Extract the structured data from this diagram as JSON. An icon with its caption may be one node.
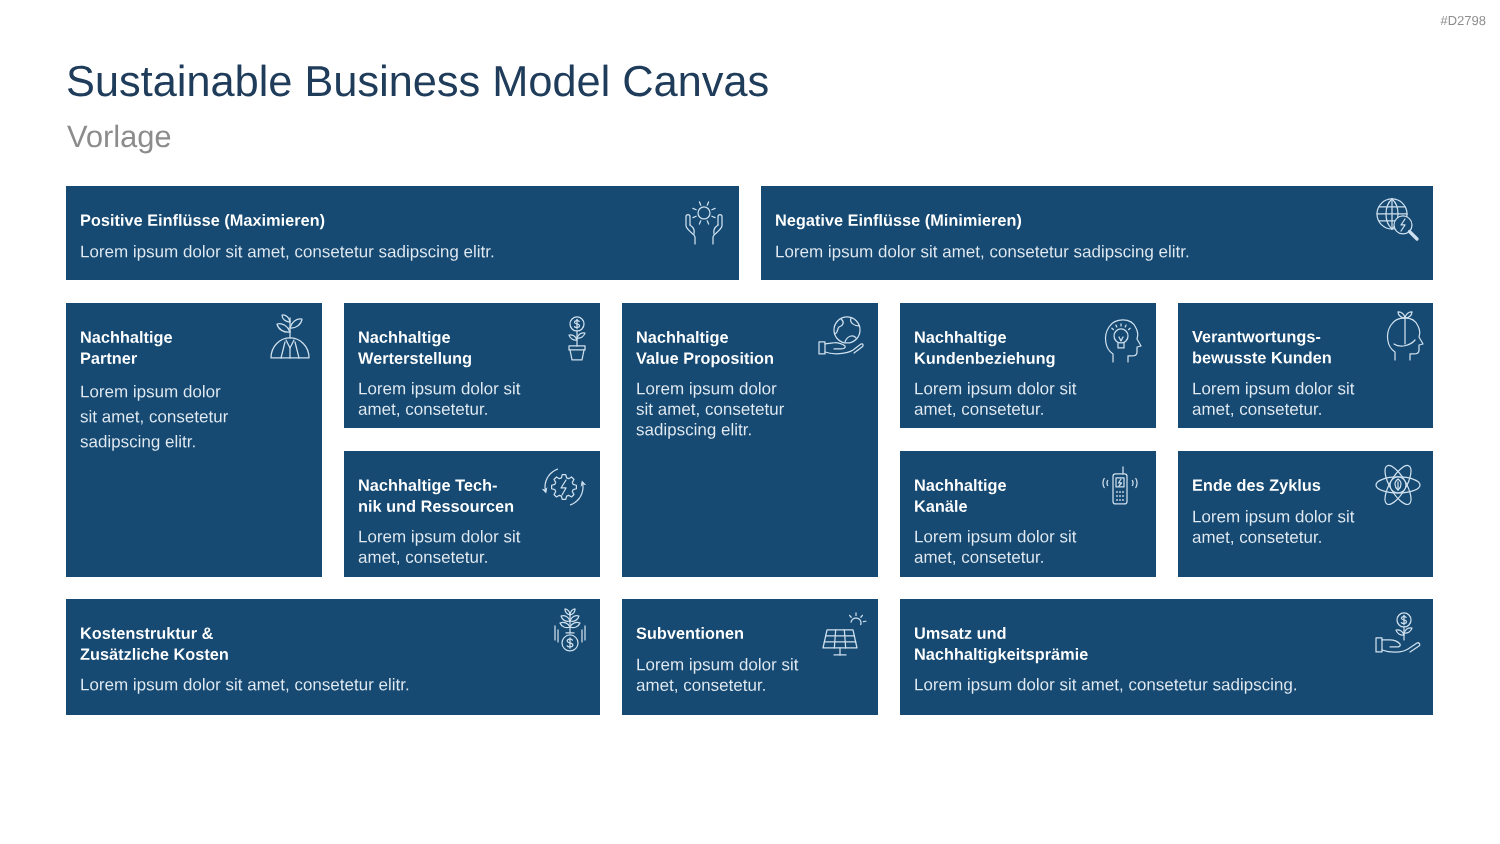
{
  "diagram": {
    "title": "Sustainable Business Model Canvas",
    "nodes": [
      {
        "text": [
          "Positive Einflüsse (Maximieren)",
          "Lorem ipsum dolor sit amet, consetetur sadipscing elitr."
        ]
      },
      {
        "text": [
          "Negative Einflüsse (Minimieren)",
          "Lorem ipsum dolor sit amet, consetetur sadipscing elitr."
        ]
      },
      {
        "text": [
          "Nachhaltige Partner",
          "Lorem ipsum dolor sit amet, consetetur sadipscing elitr."
        ]
      },
      {
        "text": [
          "Nachhaltige Werterstellung",
          "Lorem ipsum dolor sit amet, consetetur."
        ]
      },
      {
        "text": [
          "Nachhaltige Value Proposition",
          "Lorem ipsum dolor sit amet, consetetur sadipscing elitr."
        ]
      },
      {
        "text": [
          "Nachhaltige Kundenbeziehung",
          "Lorem ipsum dolor sit amet, consetetur."
        ]
      },
      {
        "text": [
          "Verantwortungs- bewusste Kunden",
          "Lorem ipsum dolor sit amet, consetetur."
        ]
      },
      {
        "text": [
          "Nachhaltige Tech- nik und Ressourcen",
          "Lorem ipsum dolor sit amet, consetetur."
        ]
      },
      {
        "text": [
          "Nachhaltige Kanäle",
          "Lorem ipsum dolor sit amet, consetetur."
        ]
      },
      {
        "text": [
          "Ende des Zyklus",
          "Lorem ipsum dolor sit amet, consetetur."
        ]
      },
      {
        "text": [
          "Kostenstruktur & Zusätzliche Kosten",
          "Lorem ipsum dolor sit amet, consetetur elitr."
        ]
      },
      {
        "text": [
          "Subventionen",
          "Lorem ipsum dolor sit amet, consetetur."
        ]
      },
      {
        "text": [
          "Umsatz und Nachhaltigkeitsprämie",
          "Lorem ipsum dolor sit amet, consetetur sadipscing."
        ]
      }
    ],
    "labels": [
      "#D2798",
      "Vorlage"
    ]
  }
}
